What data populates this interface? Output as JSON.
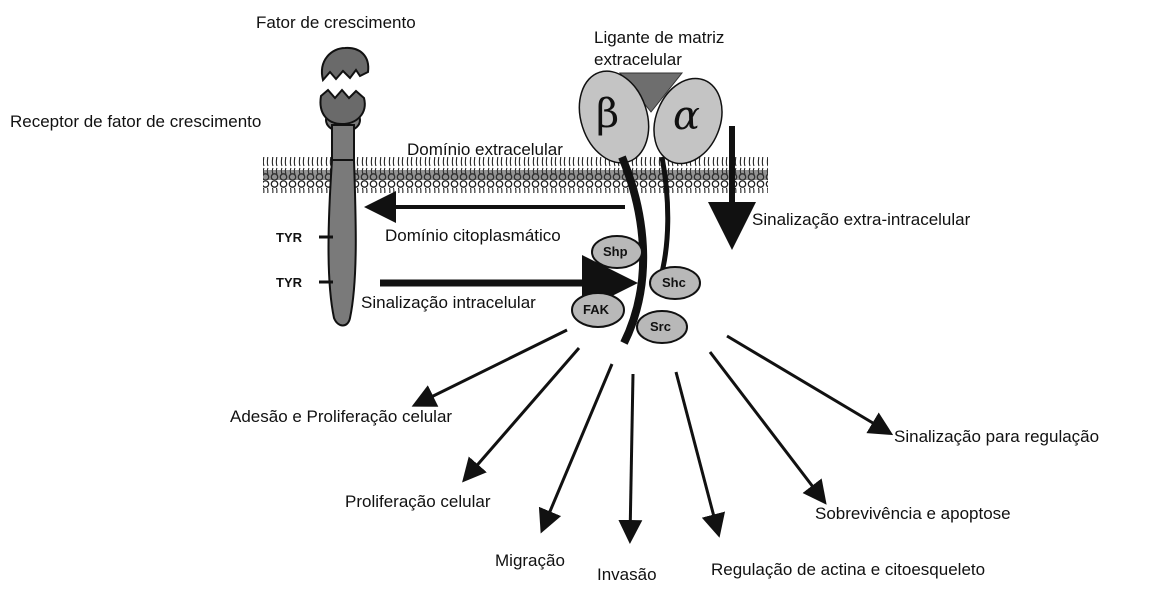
{
  "labels": {
    "growth_factor": "Fator de crescimento",
    "growth_factor_receptor": "Receptor de fator de crescimento",
    "matrix_ligand_line1": "Ligante de matriz",
    "matrix_ligand_line2": "extracelular",
    "extracellular_domain": "Domínio extracelular",
    "cytoplasmic_domain": "Domínio citoplasmático",
    "intracellular_signaling": "Sinalização intracelular",
    "extra_intracellular_signaling": "Sinalização extra-intracelular",
    "tyr_top": "TYR",
    "tyr_bottom": "TYR",
    "beta": "β",
    "alpha": "α"
  },
  "molecules": {
    "shp": "Shp",
    "shc": "Shc",
    "fak": "FAK",
    "src": "Src"
  },
  "outcomes": {
    "adhesion": "Adesão e Proliferação celular",
    "proliferation": "Proliferação celular",
    "migration": "Migração",
    "invasion": "Invasão",
    "actin": "Regulação de actina e citoesqueleto",
    "survival": "Sobrevivência e apoptose",
    "regulation": "Sinalização para regulação"
  },
  "colors": {
    "ink": "#111111",
    "receptor_fill": "#7a7a7a",
    "subunit_fill": "#c4c4c4",
    "ligand_fill": "#6e6e6e",
    "molecule_fill": "#b8b8b8",
    "membrane": "#3a3a3a"
  }
}
